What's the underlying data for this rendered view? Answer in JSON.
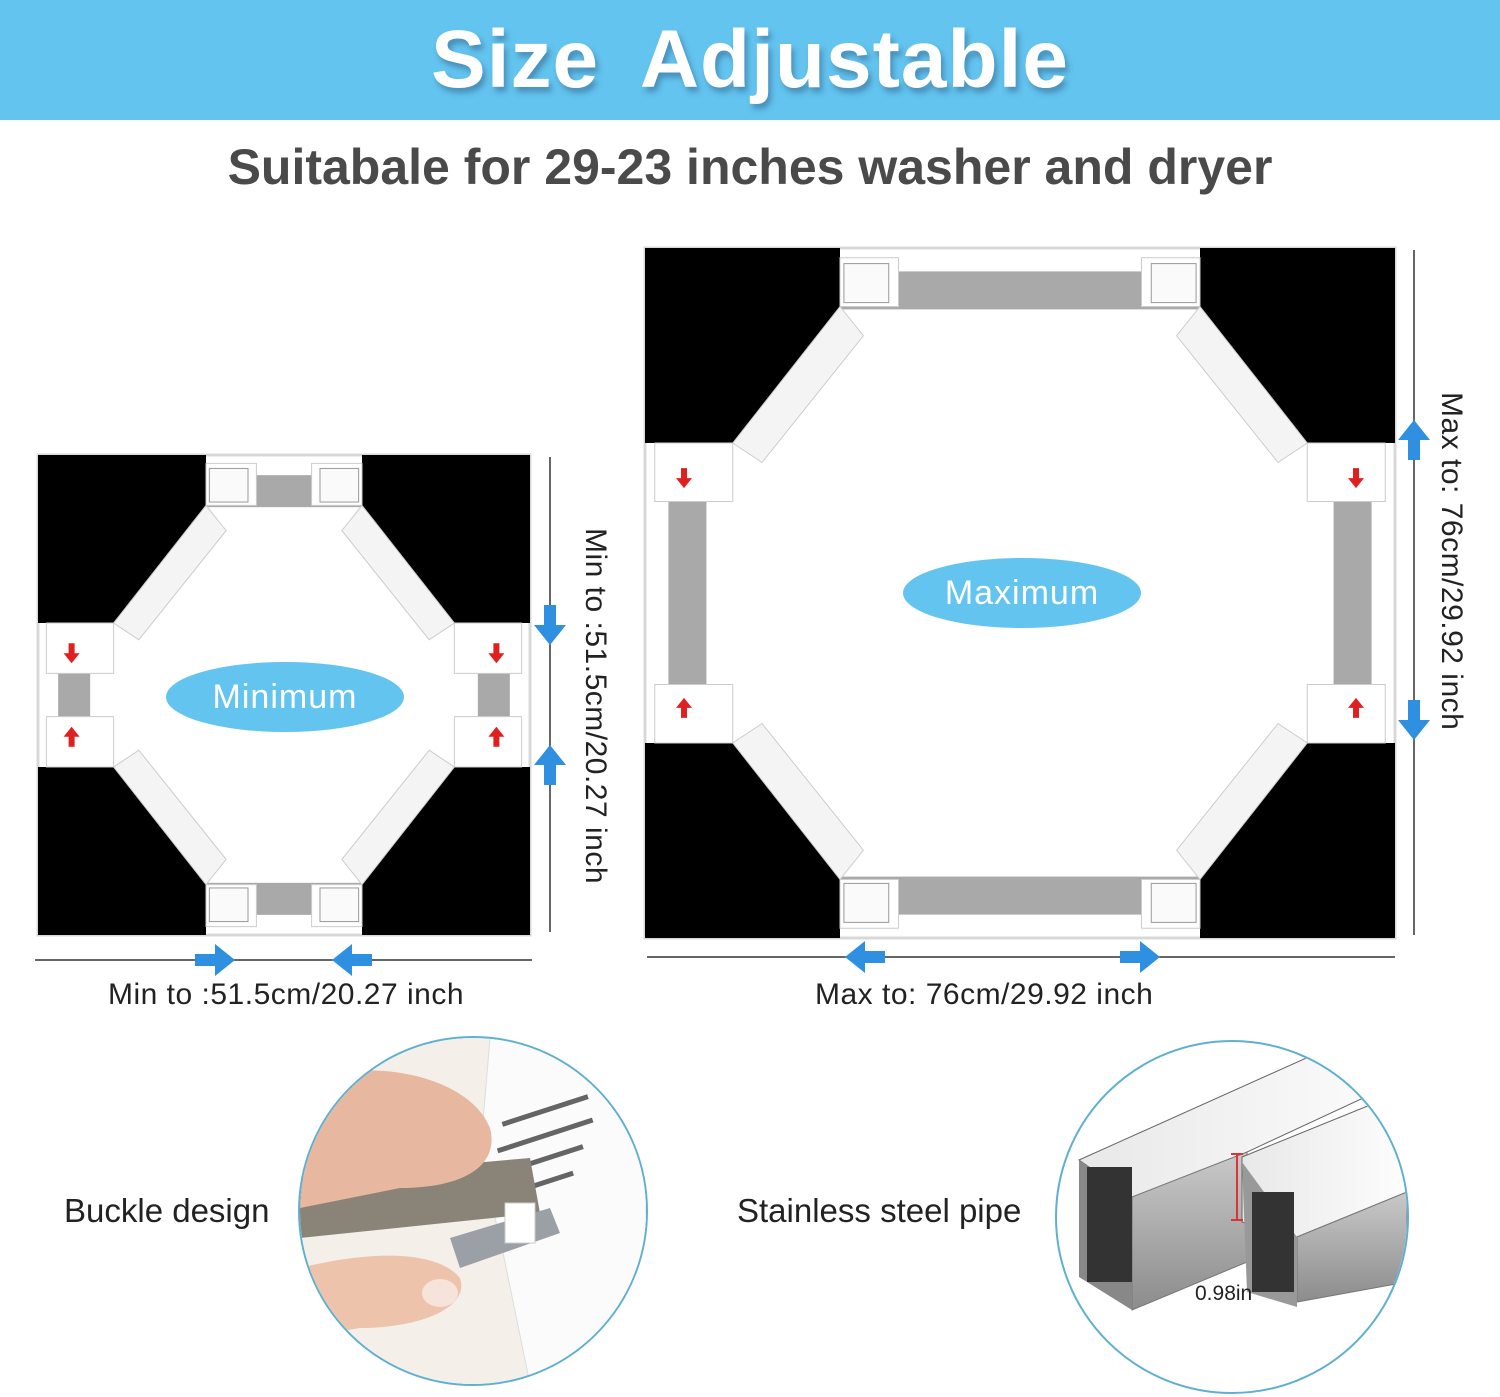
{
  "header": {
    "title": "Size  Adjustable",
    "subtitle": "Suitabale for 29-23 inches washer and dryer"
  },
  "minimum": {
    "label": "Minimum",
    "width_text": "Min to :51.5cm/20.27 inch",
    "depth_text": "Min to :51.5cm/20.27 inch"
  },
  "maximum": {
    "label": "Maximum",
    "width_text": "Max to: 76cm/29.92 inch",
    "depth_text": "Max to: 76cm/29.92 inch"
  },
  "features": {
    "buckle": "Buckle design",
    "pipe": "Stainless steel pipe",
    "pipe_size": "0.98in"
  },
  "colors": {
    "accent": "#63c4ef",
    "arrow_blue": "#2f8fe0",
    "arrow_red": "#e02020",
    "pad": "#000000",
    "pipe": "#a9a9a9"
  }
}
